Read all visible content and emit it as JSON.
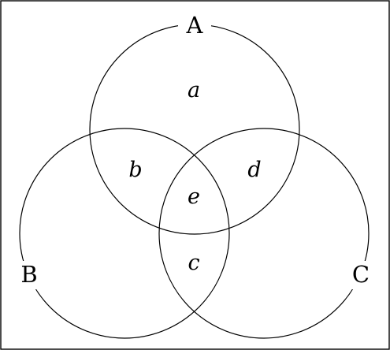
{
  "sets": {
    "a": {
      "label": "A"
    },
    "b": {
      "label": "B"
    },
    "c": {
      "label": "C"
    }
  },
  "regions": {
    "only_a": "a",
    "a_and_b": "b",
    "b_and_c": "c",
    "a_and_c": "d",
    "a_b_c": "e"
  }
}
